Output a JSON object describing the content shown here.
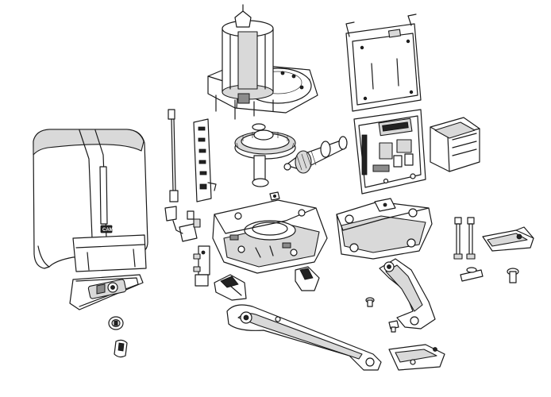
{
  "diagram": {
    "parts": [
      {
        "id": "cover"
      },
      {
        "id": "motor"
      },
      {
        "id": "mounting-plate"
      },
      {
        "id": "control-board"
      },
      {
        "id": "transformer"
      },
      {
        "id": "gear-wheel"
      },
      {
        "id": "worm-shaft"
      },
      {
        "id": "encoder-strip"
      },
      {
        "id": "cable-harness"
      },
      {
        "id": "gearbox-base"
      },
      {
        "id": "front-bracket"
      },
      {
        "id": "straight-arm"
      },
      {
        "id": "curved-arm"
      },
      {
        "id": "release-lock-panel"
      },
      {
        "id": "bolts"
      }
    ]
  },
  "logo": {
    "text": "CAME"
  },
  "colors": {
    "line": "#1a1a1a",
    "shade": "#d9d9d9",
    "dark": "#8c8c8c"
  }
}
